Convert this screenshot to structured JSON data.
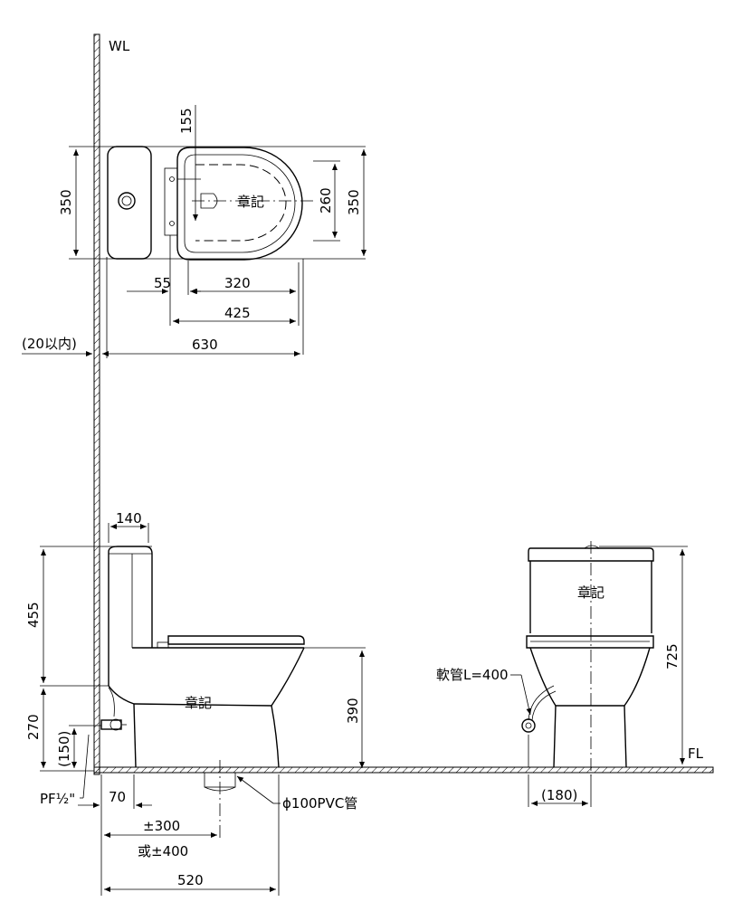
{
  "labels": {
    "wall": "WL",
    "floor": "FL",
    "mark": "章記",
    "wall_tolerance": "(20以内)",
    "hose": "軟管L=400",
    "pipe": "ϕ100PVC管",
    "thread": "PF½\"",
    "offset_300": "±300",
    "offset_400": "或±400"
  },
  "dimensions": {
    "top_depth_left": "350",
    "top_depth_right": "350",
    "seat_width": "260",
    "bolt_offset": "155",
    "bolt_gap": "55",
    "seat_length": "320",
    "bowl_length": "425",
    "total_length": "630",
    "tank_width": "140",
    "tank_height": "455",
    "supply_height": "270",
    "supply_inlet": "(150)",
    "seat_height": "390",
    "total_height": "725",
    "inlet_offset": "70",
    "foot_width": "(180)",
    "base_length": "520"
  },
  "colors": {
    "line": "#000000",
    "background": "#ffffff"
  }
}
